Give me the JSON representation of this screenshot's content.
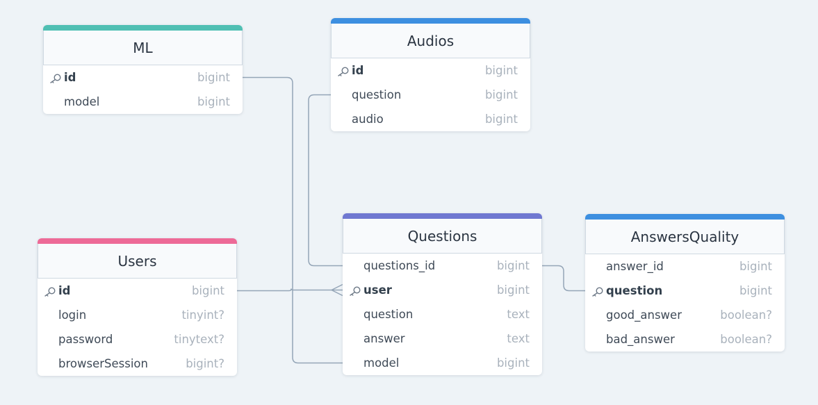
{
  "colors": {
    "teal": "#4fbfb3",
    "blue": "#3d8fe0",
    "purple": "#6f78d1",
    "pink": "#ed6a97",
    "connector": "#94a5b7"
  },
  "tables": [
    {
      "id": "ml",
      "name": "ML",
      "accent": "#4fbfb3",
      "fields": [
        {
          "name": "id",
          "type": "bigint",
          "pk": true
        },
        {
          "name": "model",
          "type": "bigint",
          "pk": false
        }
      ]
    },
    {
      "id": "audios",
      "name": "Audios",
      "accent": "#3d8fe0",
      "fields": [
        {
          "name": "id",
          "type": "bigint",
          "pk": true
        },
        {
          "name": "question",
          "type": "bigint",
          "pk": false
        },
        {
          "name": "audio",
          "type": "bigint",
          "pk": false
        }
      ]
    },
    {
      "id": "users",
      "name": "Users",
      "accent": "#ed6a97",
      "fields": [
        {
          "name": "id",
          "type": "bigint",
          "pk": true
        },
        {
          "name": "login",
          "type": "tinyint?",
          "pk": false
        },
        {
          "name": "password",
          "type": "tinytext?",
          "pk": false
        },
        {
          "name": "browserSession",
          "type": "bigint?",
          "pk": false
        }
      ]
    },
    {
      "id": "questions",
      "name": "Questions",
      "accent": "#6f78d1",
      "fields": [
        {
          "name": "questions_id",
          "type": "bigint",
          "pk": false
        },
        {
          "name": "user",
          "type": "bigint",
          "pk": true
        },
        {
          "name": "question",
          "type": "text",
          "pk": false
        },
        {
          "name": "answer",
          "type": "text",
          "pk": false
        },
        {
          "name": "model",
          "type": "bigint",
          "pk": false
        }
      ]
    },
    {
      "id": "answersquality",
      "name": "AnswersQuality",
      "accent": "#3d8fe0",
      "fields": [
        {
          "name": "answer_id",
          "type": "bigint",
          "pk": false
        },
        {
          "name": "question",
          "type": "bigint",
          "pk": true
        },
        {
          "name": "good_answer",
          "type": "boolean?",
          "pk": false
        },
        {
          "name": "bad_answer",
          "type": "boolean?",
          "pk": false
        }
      ]
    }
  ],
  "relations": [
    {
      "from": "ml.id",
      "to": "questions.model"
    },
    {
      "from": "audios.question",
      "to": "questions.questions_id"
    },
    {
      "from": "users.id",
      "to": "questions.user",
      "to_cardinality": "many"
    },
    {
      "from": "questions.questions_id",
      "to": "answersquality.question"
    }
  ]
}
